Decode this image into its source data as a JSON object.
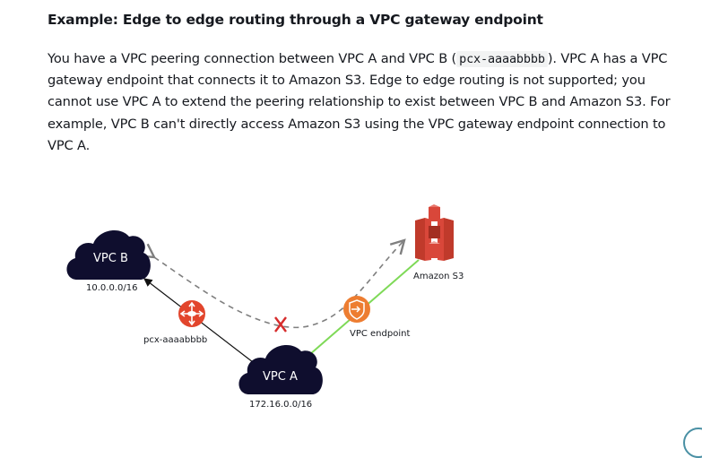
{
  "heading": "Example: Edge to edge routing through a VPC gateway endpoint",
  "paragraph": {
    "before_code": "You have a VPC peering connection between VPC A and VPC B (",
    "code": "pcx-aaaabbbb",
    "after_code": "). VPC A has a VPC gateway endpoint that connects it to Amazon S3. Edge to edge routing is not supported; you cannot use VPC A to extend the peering relationship to exist between VPC B and Amazon S3. For example, VPC B can't directly access Amazon S3 using the VPC gateway endpoint connection to VPC A."
  },
  "diagram": {
    "vpc_b": {
      "label": "VPC B",
      "cidr": "10.0.0.0/16"
    },
    "vpc_a": {
      "label": "VPC A",
      "cidr": "172.16.0.0/16"
    },
    "peering": {
      "label": "pcx-aaaabbbb",
      "icon": "router-icon"
    },
    "endpoint": {
      "label": "VPC endpoint",
      "icon": "shield-arrow-icon"
    },
    "s3": {
      "label": "Amazon S3",
      "icon": "s3-bucket-icon"
    },
    "blocked_marker": "X",
    "colors": {
      "cloud": "#0f0e2e",
      "router": "#e2452c",
      "endpoint": "#ed7d31",
      "s3": "#d9473a",
      "green_line": "#7ed957",
      "dashed_line": "#7f7f7f",
      "blocked": "#d62b2b"
    }
  }
}
